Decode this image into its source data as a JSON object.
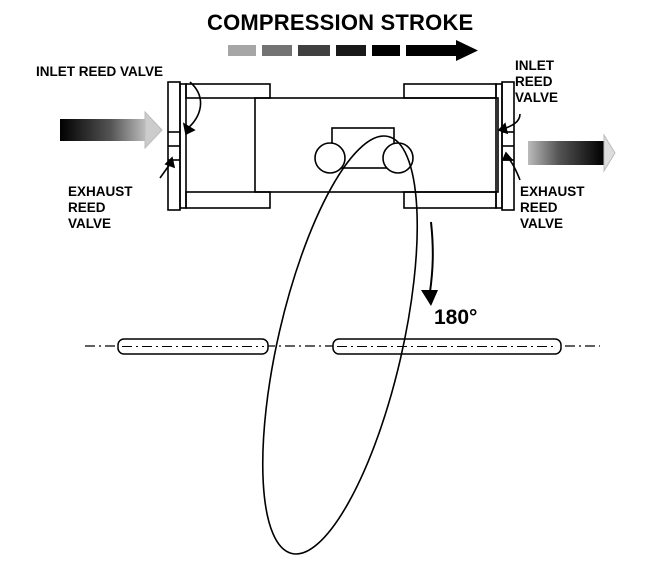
{
  "title": "COMPRESSION STROKE",
  "labels": {
    "left_inlet": "INLET REED VALVE",
    "right_inlet": "INLET\nREED\nVALVE",
    "left_exhaust": "EXHAUST\nREED\nVALVE",
    "right_exhaust": "EXHAUST\nREED\nVALVE",
    "angle": "180°"
  },
  "colors": {
    "ink": "#000000",
    "paper": "#ffffff"
  },
  "icons": [
    "stroke-arrow-icon",
    "flow-arrow-icon",
    "rotation-arrow-icon",
    "pointer-arrow-icon"
  ]
}
